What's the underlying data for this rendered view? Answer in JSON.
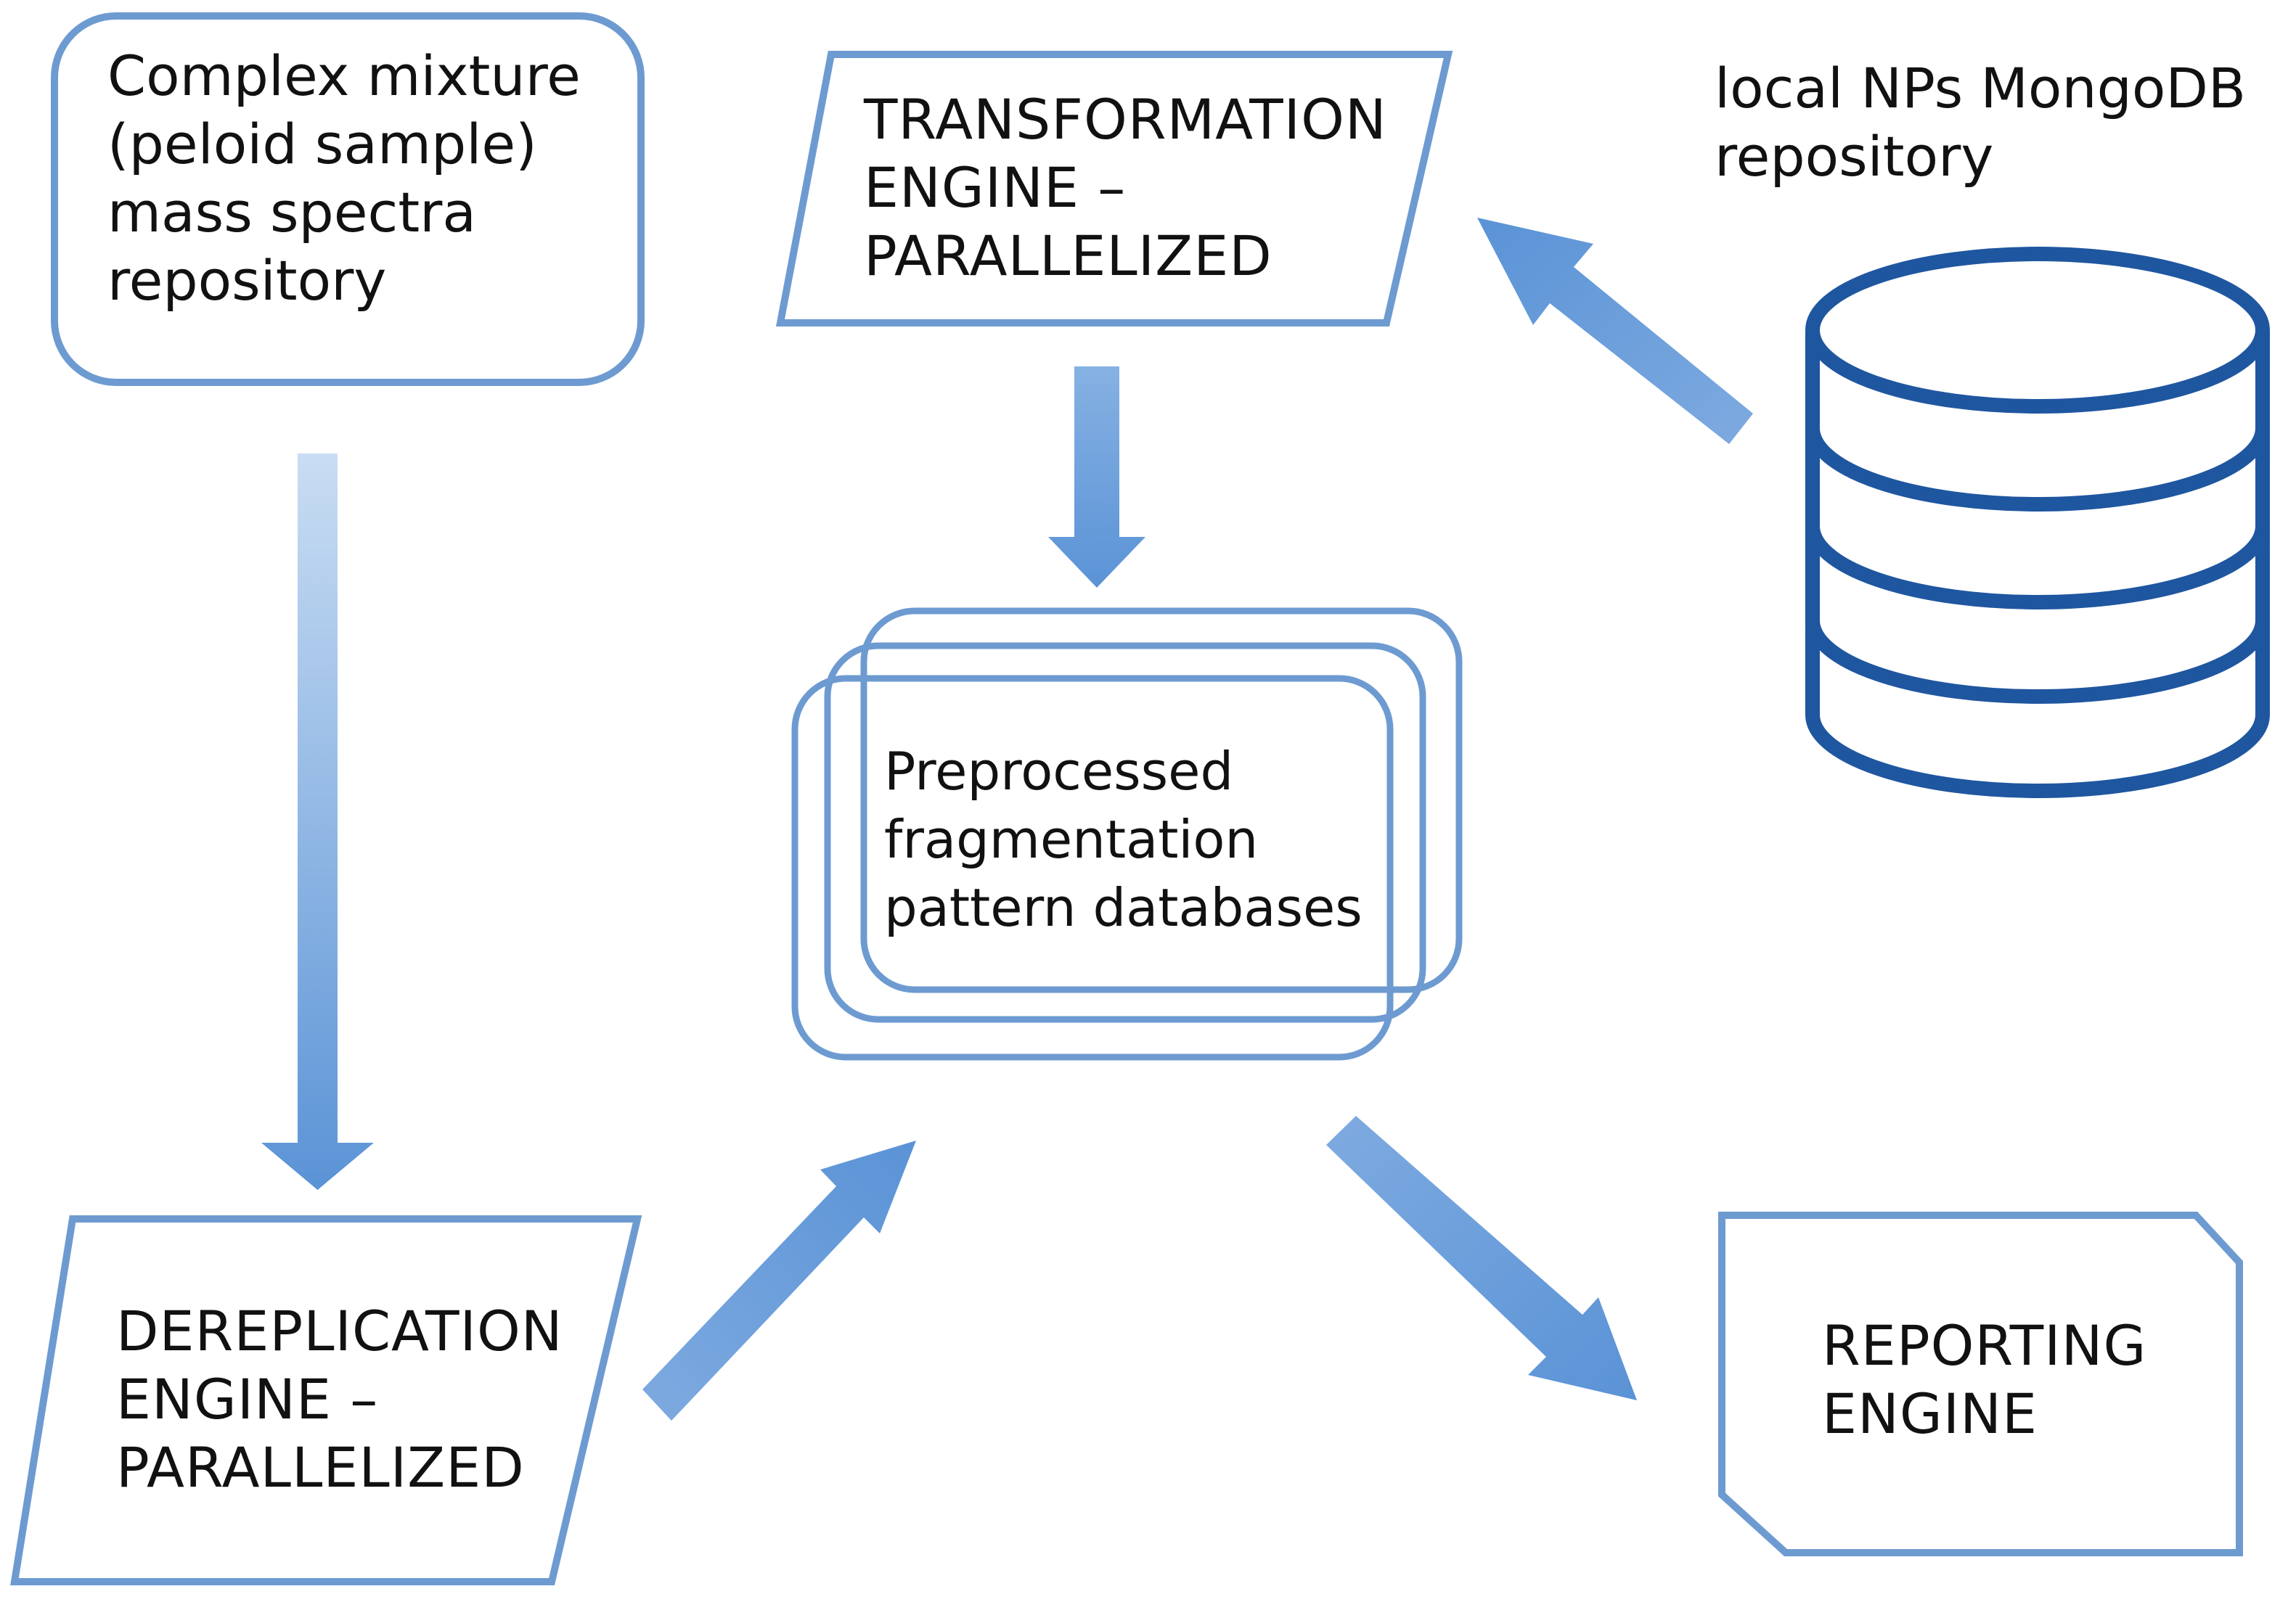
{
  "nodes": {
    "source": {
      "lines": [
        "Complex mixture",
        "(peloid sample)",
        "mass spectra",
        "repository"
      ]
    },
    "transformation": {
      "lines": [
        "TRANSFORMATION",
        "ENGINE –",
        "PARALLELIZED"
      ]
    },
    "repository": {
      "lines": [
        "local NPs MongoDB",
        "repository"
      ]
    },
    "databases": {
      "lines": [
        "Preprocessed",
        "fragmentation",
        "pattern databases"
      ]
    },
    "dereplication": {
      "lines": [
        "DEREPLICATION",
        "ENGINE –",
        "PARALLELIZED"
      ]
    },
    "reporting": {
      "lines": [
        "REPORTING",
        "ENGINE"
      ]
    }
  },
  "colors": {
    "shape_stroke": "#6d9bd1",
    "arrow_light": "#c9ddf3",
    "arrow_dark": "#5a93d6",
    "database_icon": "#1f56a0",
    "text": "#111111"
  },
  "icons": {
    "database": "database-cylinder-icon"
  },
  "edges": [
    {
      "from": "source",
      "to": "dereplication"
    },
    {
      "from": "transformation",
      "to": "databases"
    },
    {
      "from": "repository",
      "to": "transformation"
    },
    {
      "from": "dereplication",
      "to": "databases"
    },
    {
      "from": "databases",
      "to": "reporting"
    }
  ]
}
